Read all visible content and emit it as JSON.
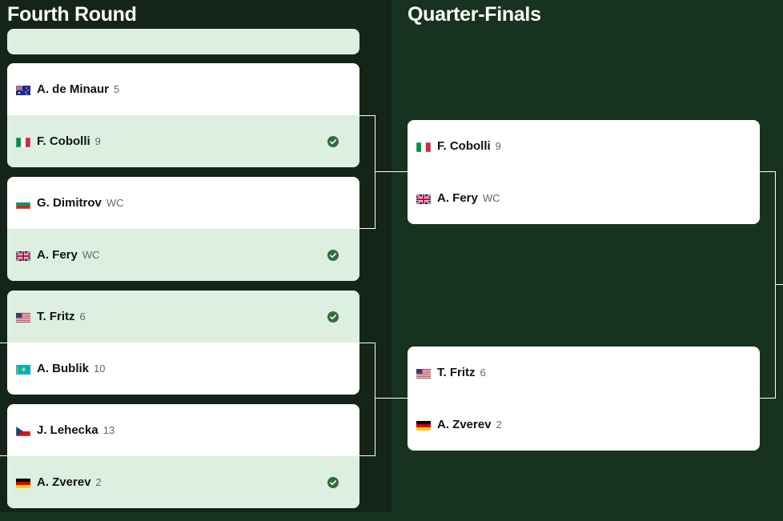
{
  "headings": {
    "fourth_round": "Fourth Round",
    "quarter_finals": "Quarter-Finals"
  },
  "colors": {
    "background": "#183220",
    "left_panel": "#142419",
    "winner_row": "#dcefe1",
    "check": "#2f6e3c"
  },
  "fourth_round": [
    {
      "players": [
        {
          "name": "A. de Minaur",
          "seed": "5",
          "flag": "australia-flag",
          "winner": false
        },
        {
          "name": "F. Cobolli",
          "seed": "9",
          "flag": "italy-flag",
          "winner": true
        }
      ]
    },
    {
      "players": [
        {
          "name": "G. Dimitrov",
          "seed": "WC",
          "flag": "bulgaria-flag",
          "winner": false
        },
        {
          "name": "A. Fery",
          "seed": "WC",
          "flag": "uk-flag",
          "winner": true
        }
      ]
    },
    {
      "players": [
        {
          "name": "T. Fritz",
          "seed": "6",
          "flag": "usa-flag",
          "winner": true
        },
        {
          "name": "A. Bublik",
          "seed": "10",
          "flag": "kazakhstan-flag",
          "winner": false
        }
      ]
    },
    {
      "players": [
        {
          "name": "J. Lehecka",
          "seed": "13",
          "flag": "czech-flag",
          "winner": false
        },
        {
          "name": "A. Zverev",
          "seed": "2",
          "flag": "germany-flag",
          "winner": true
        }
      ]
    }
  ],
  "quarter_finals": [
    {
      "players": [
        {
          "name": "F. Cobolli",
          "seed": "9",
          "flag": "italy-flag",
          "winner": false
        },
        {
          "name": "A. Fery",
          "seed": "WC",
          "flag": "uk-flag",
          "winner": false
        }
      ]
    },
    {
      "players": [
        {
          "name": "T. Fritz",
          "seed": "6",
          "flag": "usa-flag",
          "winner": false
        },
        {
          "name": "A. Zverev",
          "seed": "2",
          "flag": "germany-flag",
          "winner": false
        }
      ]
    }
  ]
}
